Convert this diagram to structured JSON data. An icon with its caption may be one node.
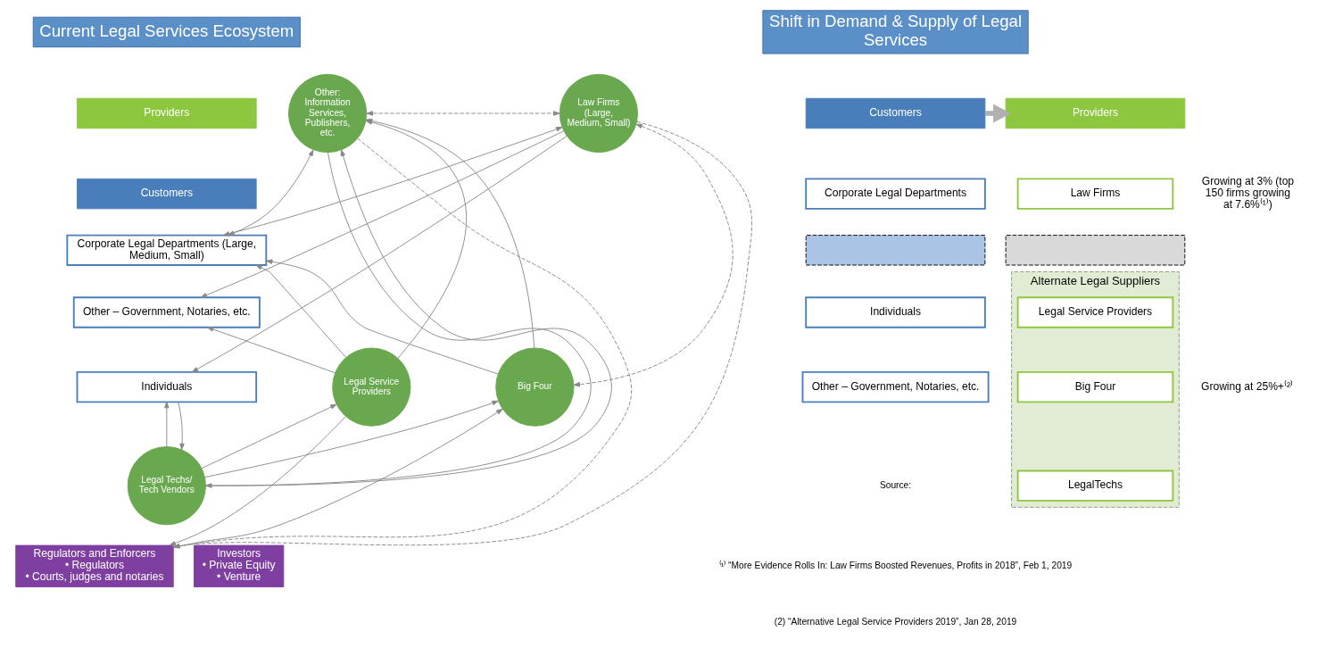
{
  "diagram": {
    "nodes": [
      {
        "text": [
          "Current Legal Services Ecosystem"
        ]
      },
      {
        "text": [
          "Other: Information Services, Publishers, etc."
        ]
      },
      {
        "text": [
          "Providers"
        ]
      },
      {
        "text": [
          "Law Firms (Large, Medium, Small)"
        ]
      },
      {
        "text": [
          "Customers"
        ]
      },
      {
        "text": [
          "Corporate Legal Departments (Large, Medium, Small)"
        ]
      },
      {
        "text": [
          "Other – Government, Notaries, etc."
        ]
      },
      {
        "text": [
          "Individuals"
        ]
      },
      {
        "text": [
          "Legal Service Providers"
        ]
      },
      {
        "text": [
          "Big Four"
        ]
      },
      {
        "text": [
          "Legal Techs/ Tech Vendors"
        ]
      },
      {
        "text": [
          "Regulators and Enforcers",
          "• Regulators",
          "• Courts, judges and notaries"
        ]
      },
      {
        "text": [
          "Investors",
          "• Private Equity",
          "• Venture"
        ]
      },
      {
        "text": [
          "Shift in Demand & Supply of Legal Services"
        ]
      },
      {
        "text": [
          "Customers"
        ]
      },
      {
        "text": [
          "Corporate Legal Departments"
        ]
      },
      {
        "text": [],
        "shape": "box"
      },
      {
        "text": [
          "Individuals"
        ]
      },
      {
        "text": [
          "Other – Government, Notaries, etc."
        ]
      },
      {
        "text": [
          "Providers"
        ]
      },
      {
        "text": [
          "Law Firms"
        ],
        "beside": [
          "Growing at 3% (top 150 firms growing at 7.6%⁽¹⁾)"
        ]
      },
      {
        "text": [],
        "shape": "box"
      },
      {
        "text": [
          "Alternate Legal Suppliers"
        ],
        "beside": [
          "Growing at 25%+⁽²⁾"
        ]
      },
      {
        "text": [
          "Legal Service Providers"
        ],
        "in": 22
      },
      {
        "text": [
          "Big Four"
        ],
        "in": 22
      },
      {
        "text": [
          "LegalTechs"
        ],
        "in": 22
      }
    ],
    "edges": [
      {
        "from": 1,
        "to": 3,
        "arrow": "both",
        "style": "dashed"
      },
      {
        "from": 1,
        "to": 5,
        "arrow": "both"
      },
      {
        "from": 8,
        "to": 1,
        "arrow": "to"
      },
      {
        "from": 10,
        "to": 1,
        "arrow": "to"
      },
      {
        "from": 9,
        "to": 1,
        "arrow": "to"
      },
      {
        "from": 1,
        "to": 10,
        "arrow": "to"
      },
      {
        "from": 3,
        "to": 5,
        "arrow": "both"
      },
      {
        "from": 3,
        "to": 6,
        "arrow": "to"
      },
      {
        "from": 3,
        "to": 7,
        "arrow": "to"
      },
      {
        "from": 3,
        "to": 9,
        "arrow": "both",
        "style": "dashed"
      },
      {
        "from": 8,
        "to": 5,
        "arrow": "to"
      },
      {
        "from": 8,
        "to": 6,
        "arrow": "to"
      },
      {
        "from": 10,
        "to": 8,
        "arrow": "to"
      },
      {
        "from": 10,
        "to": 7,
        "arrow": "to"
      },
      {
        "from": 10,
        "to": 9,
        "arrow": "to"
      },
      {
        "from": 9,
        "to": 5,
        "arrow": "to"
      },
      {
        "from": 7,
        "to": 10,
        "arrow": "to"
      },
      {
        "from": 8,
        "to": 11,
        "arrow": "to"
      },
      {
        "from": 1,
        "to": 11,
        "arrow": "to",
        "style": "dashed"
      },
      {
        "from": 3,
        "to": 11,
        "arrow": "to",
        "style": "dashed"
      },
      {
        "from": 11,
        "to": 9,
        "arrow": "to"
      },
      {
        "from": 14,
        "to": 19,
        "arrow": "to",
        "style": "thick",
        "color": "#b0b0b0"
      }
    ],
    "labels": [
      "Source:",
      "⁽¹⁾ “More Evidence Rolls In: Law Firms Boosted Revenues, Profits in 2018”, Feb 1, 2019",
      "(2) “Alternative Legal Service Providers 2019”, Jan 28, 2019"
    ]
  }
}
